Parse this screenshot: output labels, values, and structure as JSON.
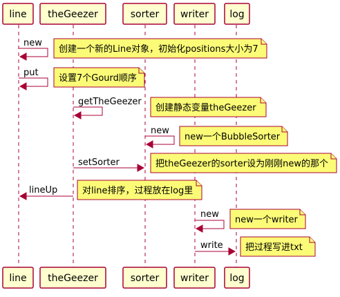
{
  "participants": [
    {
      "id": "line",
      "label": "line"
    },
    {
      "id": "theGeezer",
      "label": "theGeezer"
    },
    {
      "id": "sorter",
      "label": "sorter"
    },
    {
      "id": "writer",
      "label": "writer"
    },
    {
      "id": "log",
      "label": "log"
    }
  ],
  "messages": [
    {
      "id": "m1",
      "from": "line",
      "to": "line",
      "label": "new"
    },
    {
      "id": "m2",
      "from": "line",
      "to": "line",
      "label": "put"
    },
    {
      "id": "m3",
      "from": "theGeezer",
      "to": "theGeezer",
      "label": "getTheGeezer"
    },
    {
      "id": "m4",
      "from": "sorter",
      "to": "sorter",
      "label": "new"
    },
    {
      "id": "m5",
      "from": "theGeezer",
      "to": "sorter",
      "label": "setSorter"
    },
    {
      "id": "m6",
      "from": "theGeezer",
      "to": "line",
      "label": "lineUp"
    },
    {
      "id": "m7",
      "from": "writer",
      "to": "writer",
      "label": "new"
    },
    {
      "id": "m8",
      "from": "writer",
      "to": "log",
      "label": "write"
    }
  ],
  "notes": [
    {
      "id": "n1",
      "text": "创建一个新的Line对象，初始化positions大小为7"
    },
    {
      "id": "n2",
      "text": "设置7个Gourd顺序"
    },
    {
      "id": "n3",
      "text": "创建静态变量theGeezer"
    },
    {
      "id": "n4",
      "text": "new一个BubbleSorter"
    },
    {
      "id": "n5",
      "text": "把theGeezer的sorter设为刚刚new的那个"
    },
    {
      "id": "n6",
      "text": "对line排序，过程放在log里"
    },
    {
      "id": "n7",
      "text": "new一个writer"
    },
    {
      "id": "n8",
      "text": "把过程写进txt"
    }
  ],
  "colors": {
    "participant_fill": "#FEFECE",
    "border": "#A80036",
    "note_fill": "#FBFB77"
  }
}
